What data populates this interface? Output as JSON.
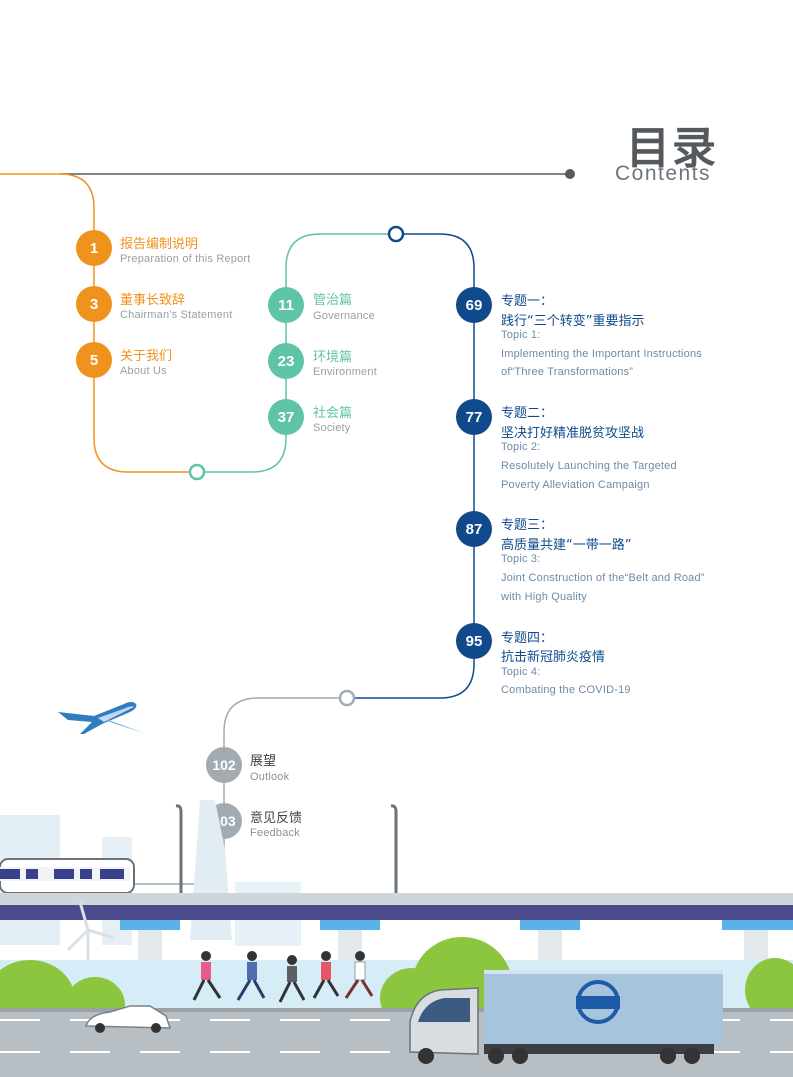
{
  "header": {
    "title_cn": "目录",
    "title_en": "Contents"
  },
  "orange_items": [
    {
      "num": "1",
      "cn": "报告编制说明",
      "en": "Preparation of this Report"
    },
    {
      "num": "3",
      "cn": "董事长致辞",
      "en": "Chairman's Statement"
    },
    {
      "num": "5",
      "cn": "关于我们",
      "en": "About Us"
    }
  ],
  "teal_items": [
    {
      "num": "11",
      "cn": "管治篇",
      "en": "Governance"
    },
    {
      "num": "23",
      "cn": "环境篇",
      "en": "Environment"
    },
    {
      "num": "37",
      "cn": "社会篇",
      "en": "Society"
    }
  ],
  "blue_items": [
    {
      "num": "69",
      "cn1": "专题一：",
      "cn2": "践行“三个转变”重要指示",
      "en1": "Topic 1:",
      "en2": "Implementing the Important Instructions",
      "en3": "of“Three Transformations”"
    },
    {
      "num": "77",
      "cn1": "专题二：",
      "cn2": "坚决打好精准脱贫攻坚战",
      "en1": "Topic 2:",
      "en2": "Resolutely Launching the Targeted",
      "en3": "Poverty Alleviation Campaign"
    },
    {
      "num": "87",
      "cn1": "专题三：",
      "cn2": "高质量共建“一带一路”",
      "en1": "Topic 3:",
      "en2": "Joint Construction of the“Belt and Road”",
      "en3": "with High Quality"
    },
    {
      "num": "95",
      "cn1": "专题四：",
      "cn2": "抗击新冠肺炎疫情",
      "en1": "Topic 4:",
      "en2": "Combating the COVID-19",
      "en3": ""
    }
  ],
  "grey_items": [
    {
      "num": "102",
      "cn": "展望",
      "en": "Outlook"
    },
    {
      "num": "103",
      "cn": "意见反馈",
      "en": "Feedback"
    }
  ],
  "colors": {
    "orange": "#f0921e",
    "teal": "#5fc3a8",
    "blue": "#114a8c",
    "grey": "#a2abb1"
  }
}
